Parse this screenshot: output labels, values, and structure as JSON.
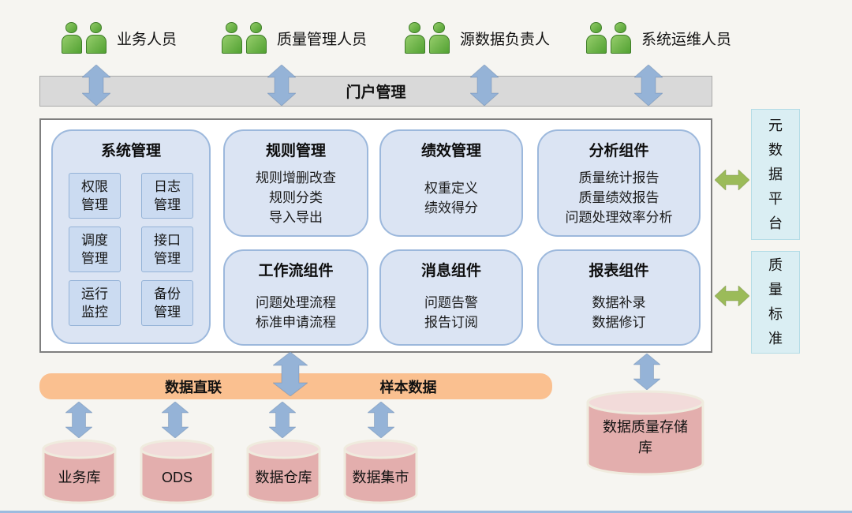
{
  "colors": {
    "page_bg": "#F6F5F1",
    "actor_green": "#55A335",
    "arrow_blue": "#95B3D7",
    "arrow_green": "#9BBB59",
    "portal_gray": "#D9D9D9",
    "component_fill": "#DBE4F3",
    "component_border": "#9CB8DC",
    "subbox_fill": "#CBDBF1",
    "cyan_fill": "#DAEEF3",
    "orange_fill": "#FAC090",
    "cylinder_fill": "#E3AEAD",
    "cylinder_top": "#F2DBDA",
    "cylinder_stroke": "#EFEBDE",
    "strip_blue": "#9DBBDF"
  },
  "actors": [
    {
      "label": "业务人员"
    },
    {
      "label": "质量管理人员"
    },
    {
      "label": "源数据负责人"
    },
    {
      "label": "系统运维人员"
    }
  ],
  "portal": {
    "label": "门户管理"
  },
  "platform": {
    "system": {
      "title": "系统管理",
      "items": [
        [
          "权限",
          "管理"
        ],
        [
          "日志",
          "管理"
        ],
        [
          "调度",
          "管理"
        ],
        [
          "接口",
          "管理"
        ],
        [
          "运行",
          "监控"
        ],
        [
          "备份",
          "管理"
        ]
      ]
    },
    "components": [
      {
        "title": "规则管理",
        "items": [
          "规则增删改查",
          "规则分类",
          "导入导出"
        ]
      },
      {
        "title": "工作流组件",
        "items": [
          "问题处理流程",
          "标准申请流程"
        ]
      },
      {
        "title": "绩效管理",
        "items": [
          "权重定义",
          "绩效得分"
        ]
      },
      {
        "title": "消息组件",
        "items": [
          "问题告警",
          "报告订阅"
        ]
      },
      {
        "title": "分析组件",
        "items": [
          "质量统计报告",
          "质量绩效报告",
          "问题处理效率分析"
        ]
      },
      {
        "title": "报表组件",
        "items": [
          "数据补录",
          "数据修订"
        ]
      }
    ]
  },
  "side_platforms": [
    {
      "label": "元数据平台"
    },
    {
      "label": "质量标准"
    }
  ],
  "data_access": {
    "labels": [
      "数据直联",
      "样本数据"
    ]
  },
  "databases": [
    {
      "label": "业务库"
    },
    {
      "label": "ODS"
    },
    {
      "label": "数据仓库"
    },
    {
      "label": "数据集市"
    }
  ],
  "quality_store": {
    "lines": [
      "数据质量存储",
      "库"
    ]
  }
}
